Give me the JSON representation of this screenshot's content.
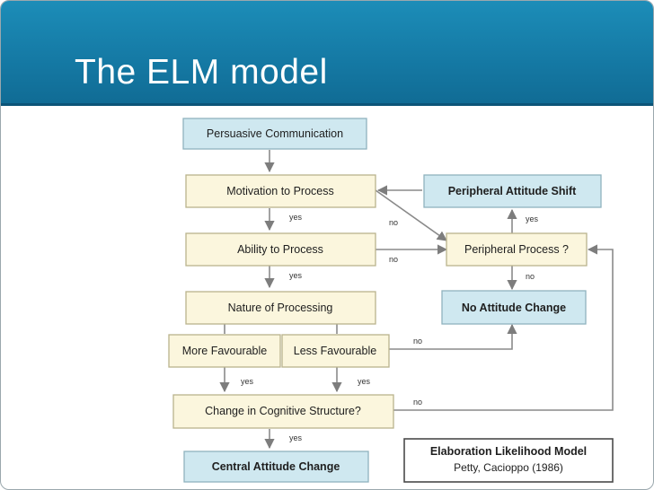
{
  "slide": {
    "title": "The ELM model"
  },
  "diagram": {
    "nodes": {
      "persuasive_communication": "Persuasive Communication",
      "motivation_to_process": "Motivation to Process",
      "ability_to_process": "Ability to Process",
      "nature_of_processing": "Nature of Processing",
      "more_favourable": "More Favourable",
      "less_favourable": "Less Favourable",
      "change_in_cognitive_structure": "Change in Cognitive Structure?",
      "central_attitude_change": "Central Attitude Change",
      "peripheral_attitude_shift": "Peripheral Attitude Shift",
      "peripheral_process": "Peripheral Process ?",
      "no_attitude_change": "No Attitude Change"
    },
    "edge_labels": {
      "motivation_yes": "yes",
      "motivation_no": "no",
      "ability_yes": "yes",
      "ability_no": "no",
      "more_fav_yes": "yes",
      "less_fav_yes": "yes",
      "nature_no": "no",
      "cognitive_no": "no",
      "cognitive_yes": "yes",
      "peripheral_yes": "yes",
      "peripheral_no": "no"
    },
    "legend": {
      "title": "Elaboration Likelihood Model",
      "citation": "Petty, Cacioppo (1986)"
    },
    "colors": {
      "beige_fill": "#fbf6dd",
      "beige_border": "#b9b38d",
      "blue_fill": "#cfe8f0",
      "blue_border": "#8fb2be",
      "line": "#8a8a8a"
    }
  }
}
